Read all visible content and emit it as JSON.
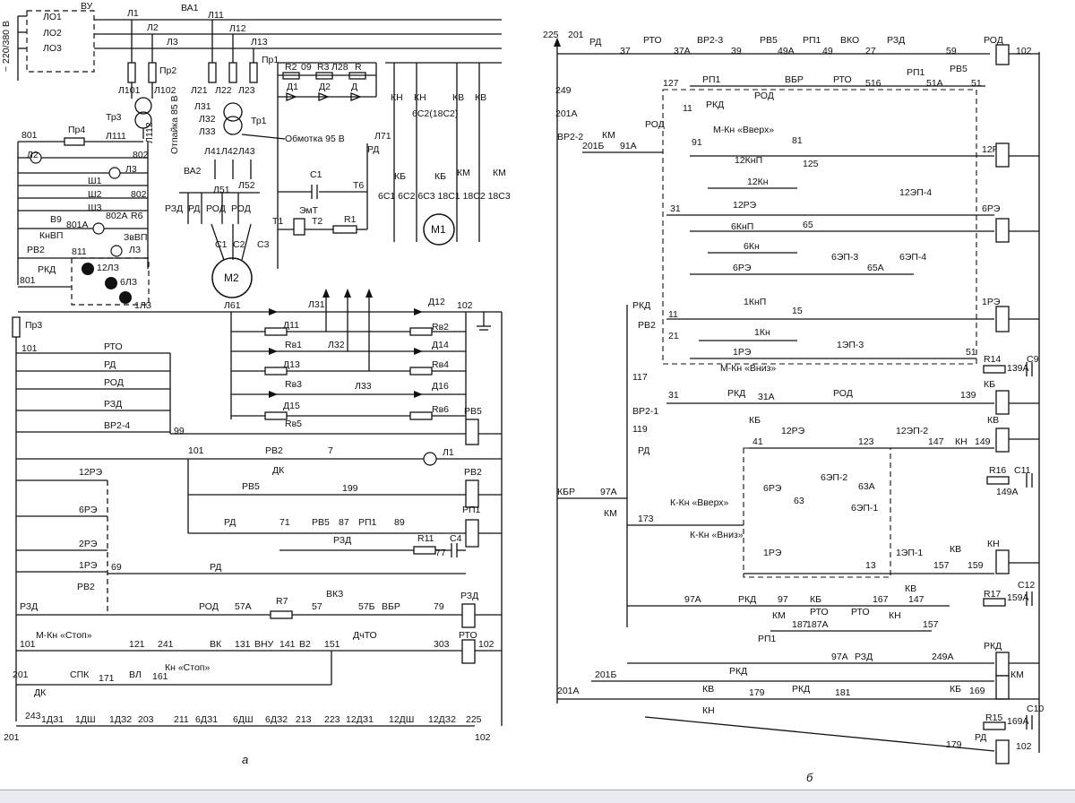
{
  "labels_a": {
    "vu": "ВУ",
    "lo1": "ЛО1",
    "lo2": "ЛО2",
    "lo3": "ЛО3",
    "supply": "~ 220/380 В",
    "l1": "Л1",
    "l2": "Л2",
    "l3": "Л3",
    "pr1": "Пр1",
    "pr2": "Пр2",
    "pr3": "Пр3",
    "pr4": "Пр4",
    "va1": "ВА1",
    "l11": "Л11",
    "l12": "Л12",
    "l13": "Л13",
    "l101": "Л101",
    "l102": "Л102",
    "l111": "Л111",
    "l112": "Л112",
    "tr3": "Тр3",
    "tr1": "Тр1",
    "otpaika": "Отпайка 85 В",
    "obmotka": "Обмотка 95 В",
    "l21": "Л21",
    "l22": "Л22",
    "l23": "Л23",
    "l31": "Л31",
    "l32": "Л32",
    "l33": "Л33",
    "l41": "Л41",
    "l42": "Л42",
    "l43": "Л43",
    "l51": "Л51",
    "l52": "Л52",
    "va2": "ВА2",
    "r2": "R2",
    "r3": "R3",
    "l28": "Л28",
    "r": "R",
    "n09": "09",
    "d1": "Д1",
    "d2": "Д2",
    "d": "Д",
    "kn1": "КН",
    "kn2": "КН",
    "kv1": "КВ",
    "kv2": "КВ",
    "c2lbl": "6С2(18С2)",
    "l71": "Л71",
    "rd_a": "РД",
    "c1": "С1",
    "t6": "Т6",
    "emt": "ЭмТ",
    "t1": "Т1",
    "t2": "Т2",
    "r1": "R1",
    "kb1": "КБ",
    "kb2": "КБ",
    "km1": "КМ",
    "km2": "КМ",
    "m1_lbl": "6С1 6С2 6С3 18С1 18С2 18С3",
    "m1": "M1",
    "n801": "801",
    "n802": "802",
    "n801b": "801A",
    "n802b": "802A",
    "l2lamp": "Л2",
    "l3lamp": "Л3",
    "sh1": "Ш1",
    "sh2": "Ш2",
    "sh3": "Ш3",
    "v9": "В9",
    "knvp": "КнВП",
    "r6": "R6",
    "zvvp": "ЗвВП",
    "rv2": "РВ2",
    "n811": "811",
    "rkd": "РКД",
    "lz12": "12ЛЗ",
    "lz6": "6ЛЗ",
    "lz1": "1ЛЗ",
    "lz3": "ЛЗ",
    "rzd_m": "РЗД",
    "rd_m": "РД",
    "rod_m": "РОД",
    "c1m": "С1",
    "c2m": "С2",
    "c3m": "С3",
    "m2": "M2",
    "l61": "Л61",
    "n101": "101",
    "n102": "102",
    "n99": "99",
    "rto": "РТО",
    "rd": "РД",
    "rod": "РОД",
    "rzd": "РЗД",
    "vr24": "ВР2-4",
    "rv5": "РВ5",
    "d11": "Д11",
    "d12": "Д12",
    "d13": "Д13",
    "d14": "Д14",
    "d15": "Д15",
    "d16": "Д16",
    "rv1": "Rв1",
    "rv2r": "Rв2",
    "rv3": "Rв3",
    "rv4": "Rв4",
    "rv5r": "Rв5",
    "rv6": "Rв6",
    "l31b": "Л31",
    "l32b": "Л32",
    "l33b": "Л33",
    "n101b": "101",
    "rv2c": "РВ2",
    "n7": "7",
    "dk": "ДК",
    "l1lamp": "Л1",
    "rv5c": "РВ5",
    "n199": "199",
    "rv2coil": "РВ2",
    "re12": "12РЭ",
    "re6": "6РЭ",
    "re2": "2РЭ",
    "re1": "1РЭ",
    "n69": "69",
    "rd2": "РД",
    "n71": "71",
    "rv5d": "РВ5",
    "n87": "87",
    "rp1": "РП1",
    "n89": "89",
    "rp1coil": "РП1",
    "rzd2": "РЗД",
    "r11": "R11",
    "n77": "77",
    "c4": "С4",
    "rv2d": "РВ2",
    "rzd3": "РЗД",
    "rod2": "РОД",
    "n57a": "57А",
    "r7": "R7",
    "n57": "57",
    "vkz": "ВКЗ",
    "n57b": "57Б",
    "vbr": "ВБР",
    "n79": "79",
    "rzdcoil": "РЗД",
    "mkn_stop": "М-Кн «Стоп»",
    "n101c": "101",
    "n121": "121",
    "n241": "241",
    "vk": "ВК",
    "n131": "131",
    "vnu": "ВНУ",
    "n141": "141",
    "v2": "В2",
    "n151": "151",
    "dchto": "ДчТО",
    "n303": "303",
    "rtocoil": "РТО",
    "n102c": "102",
    "n201": "201",
    "spk": "СПК",
    "n171": "171",
    "vl": "ВЛ",
    "n161": "161",
    "kn_stop": "Кн «Стоп»",
    "dk2": "ДК",
    "n243": "243",
    "b1": "1ДЗ1",
    "b2": "1ДШ",
    "b3": "1ДЗ2",
    "n203": "203",
    "n211": "211",
    "b4": "6ДЗ1",
    "b5": "6ДШ",
    "b6": "6ДЗ2",
    "n213": "213",
    "n223": "223",
    "b7": "12ДЗ1",
    "b8": "12ДШ",
    "b9": "12ДЗ2",
    "n225": "225",
    "n201b": "201",
    "n102d": "102",
    "caption": "а"
  },
  "labels_b": {
    "n225": "225",
    "n201": "201",
    "rd": "РД",
    "n37": "37",
    "rto": "РТО",
    "n37a": "37А",
    "vr23": "ВР2-3",
    "n39": "39",
    "rv5": "РВ5",
    "n49a": "49А",
    "rp1": "РП1",
    "n49": "49",
    "vko": "ВКО",
    "n27": "27",
    "rzd": "РЗД",
    "n59": "59",
    "rod": "РОД",
    "n102": "102",
    "n127": "127",
    "rp1b": "РП1",
    "vbr": "ВБР",
    "rto2": "РТО",
    "n516": "516",
    "rp1c": "РП1",
    "n51a": "51А",
    "rv5b": "РВ5",
    "n51": "51",
    "n11": "11",
    "rkd": "РКД",
    "rod2": "РОД",
    "n249": "249",
    "n201a": "201А",
    "vr22": "ВР2-2",
    "n201b": "201Б",
    "km": "КМ",
    "n91a": "91А",
    "rod3": "РОД",
    "mkn_up": "М-Кн «Вверх»",
    "n91": "91",
    "n81": "81",
    "knp12": "12КнП",
    "n125": "125",
    "kn12": "12Кн",
    "re12coil": "12РЭ",
    "n31": "31",
    "re12": "12РЭ",
    "ep12_4": "12ЭП-4",
    "knp6": "6КнП",
    "n65": "65",
    "kn6": "6Кн",
    "re6coil": "6РЭ",
    "re6": "6РЭ",
    "ep6_3": "6ЭП-3",
    "n65a": "65А",
    "ep6_4": "6ЭП-4",
    "rkd2": "РКД",
    "knp1": "1КнП",
    "n15": "15",
    "rv2": "РВ2",
    "n11b": "11",
    "kn1": "1Кн",
    "re1coil": "1РЭ",
    "n21": "21",
    "re1": "1РЭ",
    "ep1_3": "1ЭП-3",
    "mkn_down": "М-Кн «Вниз»",
    "n51b": "51",
    "r14": "R14",
    "c9": "С9",
    "n139a": "139А",
    "n117": "117",
    "n31b": "31",
    "rkd3": "РКД",
    "n31a": "31А",
    "rod4": "РОД",
    "n139": "139",
    "kbcoil": "КБ",
    "vr21": "ВР2-1",
    "kb": "КБ",
    "n119": "119",
    "rd2": "РД",
    "n41": "41",
    "re12b": "12РЭ",
    "n123": "123",
    "ep12_2": "12ЭП-2",
    "n147": "147",
    "kn": "КН",
    "n149": "149",
    "kvcoil": "КВ",
    "r16": "R16",
    "c11": "С11",
    "n149a": "149А",
    "kbr": "КБР",
    "n97a": "97А",
    "kkn_up": "К-Кн «Вверх»",
    "re6b": "6РЭ",
    "n63": "63",
    "ep6_2": "6ЭП-2",
    "n63a": "63А",
    "ep6_1": "6ЭП-1",
    "km2": "КМ",
    "n173": "173",
    "kkn_down": "К-Кн «Вниз»",
    "re1b": "1РЭ",
    "n13": "13",
    "ep1_1": "1ЭП-1",
    "n157": "157",
    "kv": "КВ",
    "n159": "159",
    "kncoil": "КН",
    "kv2": "КВ",
    "n147b": "147",
    "r17": "R17",
    "c12": "С12",
    "n159a": "159А",
    "n97a2": "97А",
    "rkd4": "РКД",
    "n97": "97",
    "kb2": "КБ",
    "n167": "167",
    "km3": "КМ",
    "n187": "187",
    "rto3": "РТО",
    "n187a": "187А",
    "rto4": "РТО",
    "kn2": "КН",
    "n157b": "157",
    "rp1d": "РП1",
    "n97a3": "97А",
    "rzd2": "РЗД",
    "n249a": "249А",
    "rkdcoil": "РКД",
    "kmcoil": "КМ",
    "n201b2": "201Б",
    "rkd5": "РКД",
    "n179": "179",
    "rkd6": "РКД",
    "n181": "181",
    "n201a2": "201А",
    "kv3": "КВ",
    "kn3": "КН",
    "kb3": "КБ",
    "n169": "169",
    "r15": "R15",
    "n169a": "169А",
    "c10": "С10",
    "n179b": "179",
    "rdcoil": "РД",
    "n102b": "102",
    "caption": "б"
  }
}
